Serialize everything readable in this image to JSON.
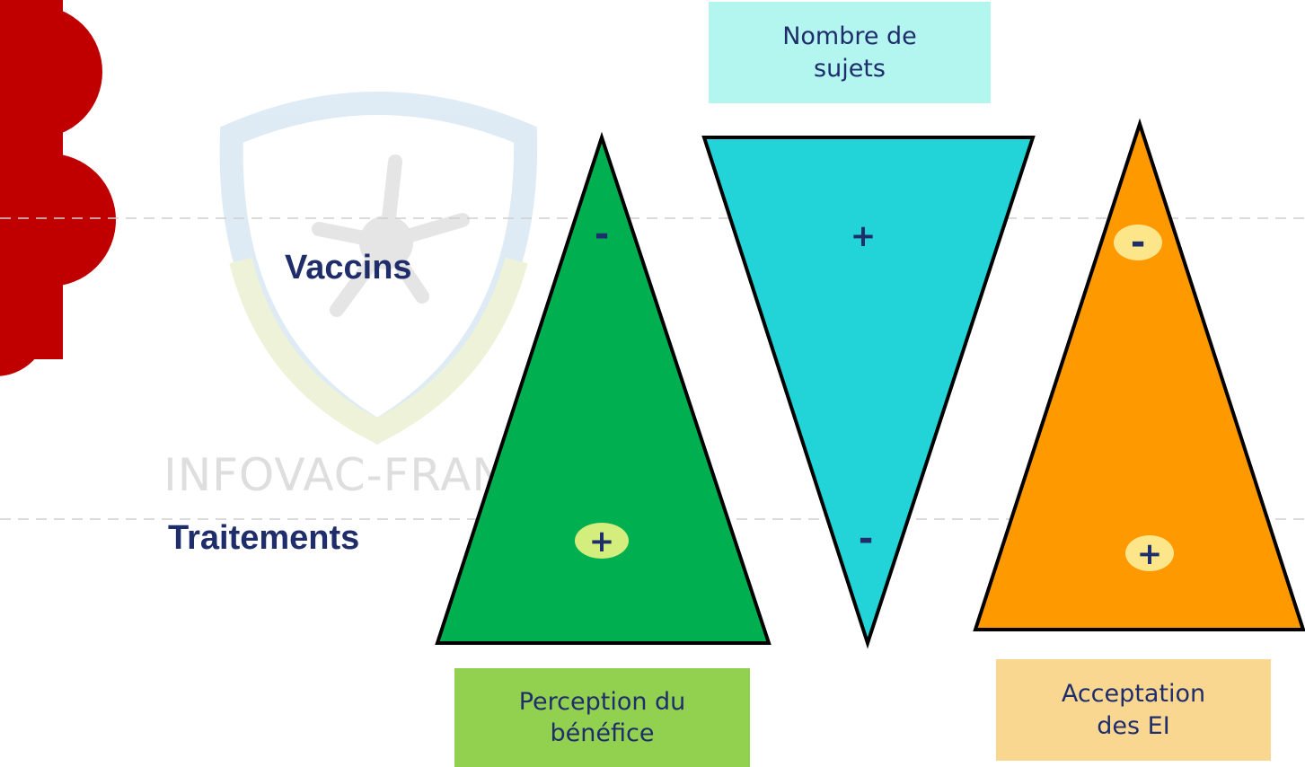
{
  "watermark": {
    "text": "INFOVAC-FRAN"
  },
  "rows": {
    "vaccins": "Vaccins",
    "traitements": "Traitements"
  },
  "boxes": {
    "subjects": "Nombre de sujets",
    "benefit": "Perception du bénéfice",
    "acceptance": "Acceptation des EI"
  },
  "signs": {
    "green_top": "-",
    "green_bottom": "+",
    "cyan_top": "+",
    "cyan_bottom": "-",
    "orange_top": "-",
    "orange_bottom": "+"
  },
  "colors": {
    "cloud": "#c00000",
    "green_triangle": "#00b050",
    "cyan_triangle": "#22d3d7",
    "orange_triangle": "#ff9900",
    "box_subjects": "#b3f6f0",
    "box_benefit": "#92d050",
    "box_acceptance": "#fad791",
    "label_text": "#1f2d6b",
    "marker_green": "#d4ee7d",
    "marker_yellow": "#fde68a"
  }
}
